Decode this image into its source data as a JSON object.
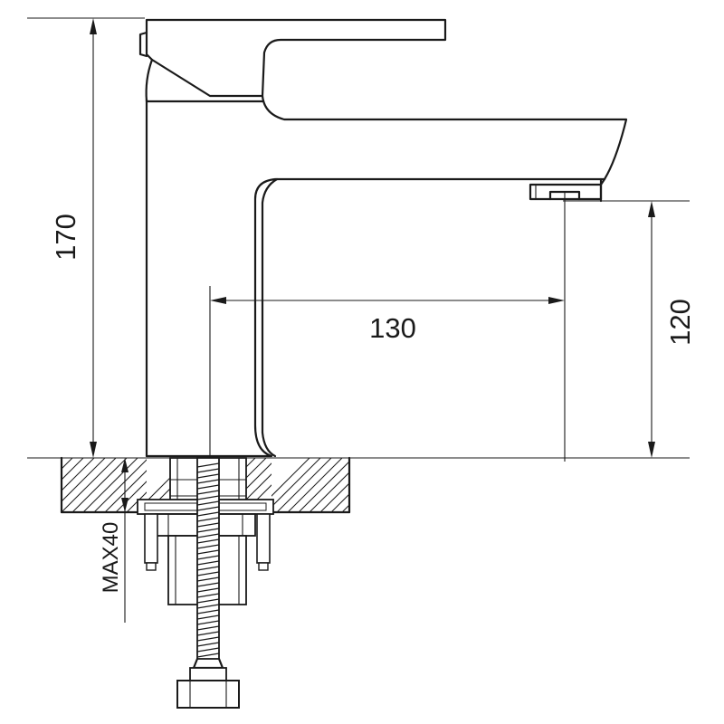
{
  "dimensions": {
    "total_height": "170",
    "spout_height": "120",
    "spout_reach": "130",
    "max_deck_thickness": "MAX40"
  },
  "colors": {
    "line": "#1a1a1a",
    "background": "#ffffff"
  }
}
